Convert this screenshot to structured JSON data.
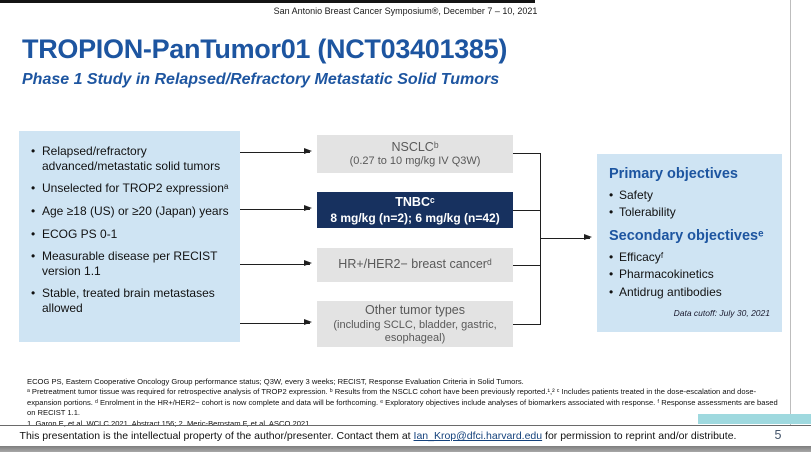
{
  "header": {
    "conference": "San Antonio Breast Cancer Symposium®, December 7 – 10, 2021"
  },
  "title": "TROPION-PanTumor01 (NCT03401385)",
  "subtitle": "Phase 1 Study in Relapsed/Refractory Metastatic Solid Tumors",
  "eligibility": {
    "bullets": [
      "Relapsed/refractory advanced/metastatic solid tumors",
      "Unselected for TROP2 expressionᵃ",
      "Age ≥18 (US) or ≥20 (Japan) years",
      "ECOG PS 0-1",
      "Measurable disease per RECIST version 1.1",
      "Stable, treated brain metastases allowed"
    ]
  },
  "cohorts": [
    {
      "title": "NSCLCᵇ",
      "subtitle": "(0.27 to 10 mg/kg IV Q3W)"
    },
    {
      "title": "TNBCᶜ",
      "subtitle": "8 mg/kg (n=2); 6 mg/kg (n=42)"
    },
    {
      "title": "HR+/HER2− breast cancerᵈ",
      "subtitle": ""
    },
    {
      "title": "Other tumor types",
      "subtitle": "(including SCLC, bladder, gastric, esophageal)"
    }
  ],
  "objectives": {
    "primary_heading": "Primary objectives",
    "primary": [
      "Safety",
      "Tolerability"
    ],
    "secondary_heading": "Secondary objectivesᵉ",
    "secondary": [
      "Efficacyᶠ",
      "Pharmacokinetics",
      "Antidrug antibodies"
    ],
    "data_cutoff": "Data cutoff: July 30, 2021"
  },
  "footnotes": {
    "abbreviations": "ECOG PS, Eastern Cooperative Oncology Group performance status; Q3W, every 3 weeks; RECIST, Response Evaluation Criteria in Solid Tumors.",
    "notes": "ᵃ Pretreatment tumor tissue was required for retrospective analysis of TROP2 expression. ᵇ Results from the NSCLC cohort have been previously reported.¹,² ᶜ Includes patients treated in the dose-escalation and dose-expansion portions. ᵈ Enrolment in the HR+/HER2− cohort is now complete and data will be forthcoming. ᵉ Exploratory objectives include analyses of biomarkers associated with response. ᶠ Response assessments are based on RECIST 1.1.",
    "references": "1. Garon E, et al. WCLC 2021. Abstract 156; 2. Meric-Bernstam F, et al. ASCO 2021."
  },
  "footer": {
    "text_before": "This presentation is the intellectual property of the author/presenter. Contact them at ",
    "email": "Ian_Krop@dfci.harvard.edu",
    "text_after": " for permission to reprint and/or distribute.",
    "page_number": "5"
  },
  "colors": {
    "accent_blue": "#1d55a0",
    "light_blue_box": "#cfe4f3",
    "gray_box": "#e3e3e3",
    "navy_box": "#17315f",
    "teal_highlight": "#9fd9df"
  }
}
